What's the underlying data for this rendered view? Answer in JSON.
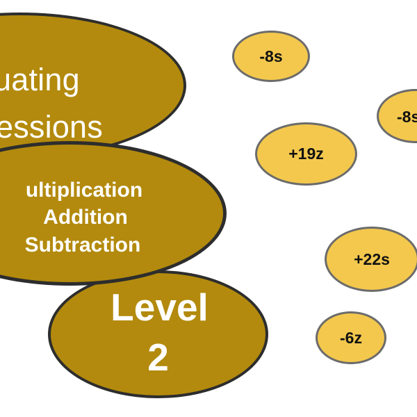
{
  "title": {
    "line1": "uating",
    "line2": "essions"
  },
  "operations": {
    "items": [
      "ultiplication",
      "Addition",
      "Subtraction"
    ]
  },
  "level": {
    "word": "Level",
    "number": "2"
  },
  "terms": [
    "-8s",
    "-8s",
    "+19z",
    "+22s",
    "-6z"
  ],
  "colors": {
    "dark_oval_fill": "#b38a0d",
    "dark_oval_border": "#2d2d2d",
    "light_oval_fill": "#f3c84d",
    "light_oval_border": "#6b6b6b",
    "title_text": "#ffffff",
    "term_text": "#111111"
  }
}
